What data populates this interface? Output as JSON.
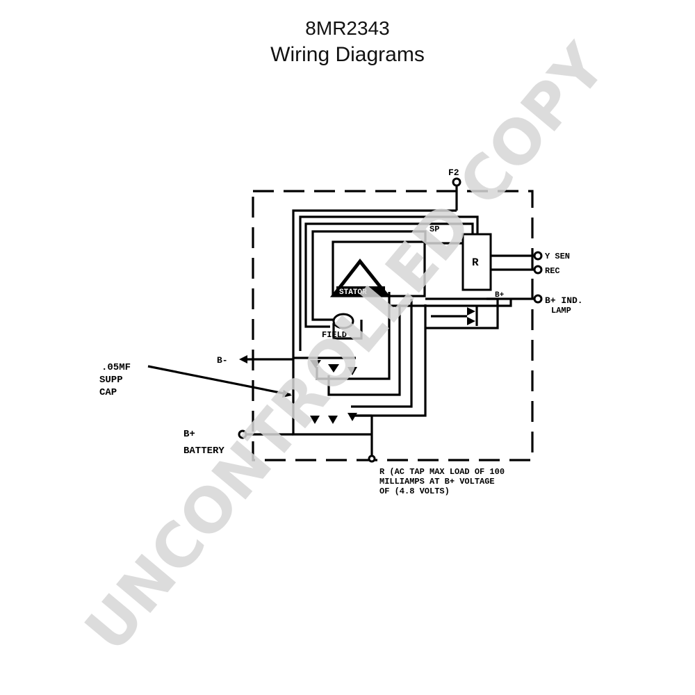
{
  "title": "8MR2343",
  "subtitle": "Wiring Diagrams",
  "labels": {
    "f2": "F2",
    "sp": "SP",
    "y_sen": "Y SEN",
    "rec": "REC",
    "b_plus_ind_lamp_1": "B+ IND.",
    "b_plus_ind_lamp_2": "LAMP",
    "b_plus_small": "B+",
    "b_minus": "B-",
    "supp_cap_1": ".05MF",
    "supp_cap_2": "SUPP",
    "supp_cap_3": "CAP",
    "b_plus_battery_1": "B+",
    "b_plus_battery_2": "BATTERY",
    "stator": "STATOR",
    "field": "FIELD",
    "regulator": "R",
    "note_1": "R (AC TAP MAX LOAD OF 100",
    "note_2": "MILLIAMPS AT B+ VOLTAGE",
    "note_3": "OF (4.8 VOLTS)"
  },
  "watermark": "UNCONTROLLED COPY"
}
